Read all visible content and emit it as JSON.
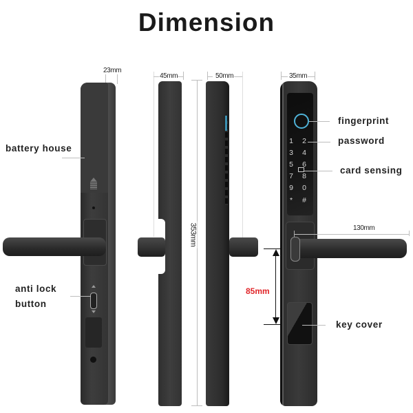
{
  "title": "Dimension",
  "views": {
    "back": {
      "width_label": "23mm",
      "labels": {
        "battery_house": "battery house",
        "anti_lock_line1": "anti lock",
        "anti_lock_line2": "button"
      }
    },
    "side_left": {
      "width_label": "45mm"
    },
    "side_right": {
      "width_label": "50mm"
    },
    "height_label": "353mm",
    "handle_height_label": "85mm",
    "front": {
      "width_label": "35mm",
      "handle_length_label": "130mm",
      "labels": {
        "fingerprint": "fingerprint",
        "password": "password",
        "card_sensing": "card sensing",
        "key_cover": "key cover"
      },
      "keypad": [
        "1",
        "2",
        "3",
        "4",
        "5",
        "6",
        "7",
        "8",
        "9",
        "0",
        "*",
        "#"
      ]
    }
  },
  "colors": {
    "accent_red": "#e0262a",
    "fingerprint_ring": "#4fb3d9",
    "body": "#333333"
  }
}
